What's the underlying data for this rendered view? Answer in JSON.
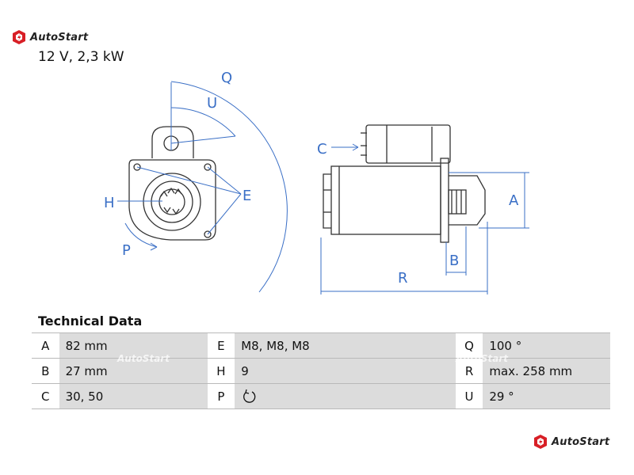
{
  "brand": {
    "name": "AutoStart",
    "accent": "#d81f26"
  },
  "subtitle": "12 V, 2,3 kW",
  "drawing_labels": {
    "Q": "Q",
    "U": "U",
    "E": "E",
    "H": "H",
    "P": "P",
    "C": "C",
    "A": "A",
    "B": "B",
    "R": "R"
  },
  "drawing_color": "#3a6fc6",
  "section_title": "Technical Data",
  "rows": [
    {
      "k1": "A",
      "v1": "82 mm",
      "k2": "E",
      "v2": "M8, M8, M8",
      "k3": "Q",
      "v3": "100 °"
    },
    {
      "k1": "B",
      "v1": "27 mm",
      "k2": "H",
      "v2": "9",
      "k3": "R",
      "v3": "max. 258 mm"
    },
    {
      "k1": "C",
      "v1": "30, 50",
      "k2": "P",
      "v2": "",
      "p_icon": "rotation-direction-icon",
      "k3": "U",
      "v3": "29 °"
    }
  ],
  "watermark_text": "AutoStart"
}
